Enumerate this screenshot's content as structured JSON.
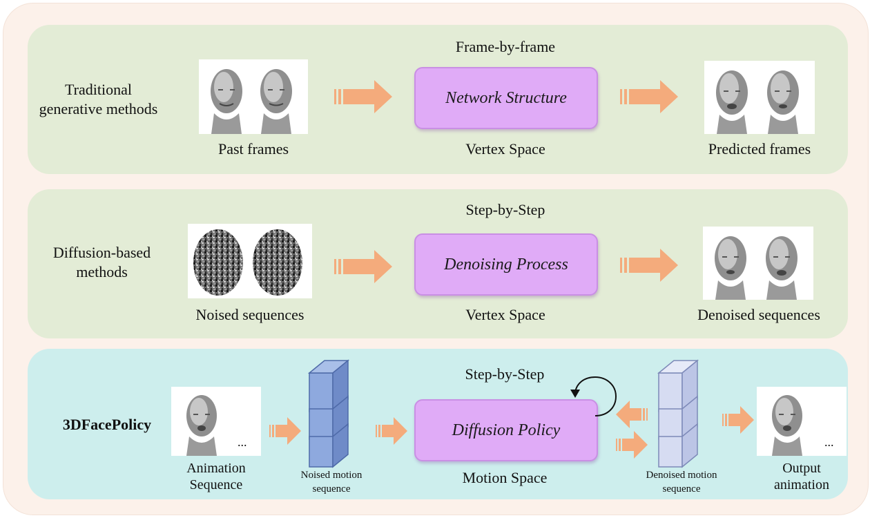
{
  "colors": {
    "outer_bg": "#fcf1ea",
    "panel_green": "#e3ecd6",
    "panel_cyan": "#cdeeed",
    "process_box": "#e0abf7",
    "arrow": "#f4ab7c",
    "accent_text": "#7a5a3c",
    "block_noised": "#8ea9de",
    "block_denoised": "#d6dcf2"
  },
  "rows": [
    {
      "name_lines": [
        "Traditional",
        "generative methods"
      ],
      "top_label": "Frame-by-frame",
      "process": "Network Structure",
      "space": "Vertex Space",
      "input_caption": "Past frames",
      "output_caption": "Predicted frames"
    },
    {
      "name_lines": [
        "Diffusion-based",
        "methods"
      ],
      "top_label": "Step-by-Step",
      "process": "Denoising Process",
      "space": "Vertex Space",
      "input_caption": "Noised sequences",
      "output_caption": "Denoised sequences"
    },
    {
      "name": "3DFacePolicy",
      "top_label": "Step-by-Step",
      "process": "Diffusion Policy",
      "space": "Motion Space",
      "input_caption_lines": [
        "Animation",
        "Sequence"
      ],
      "noised_caption_lines": [
        "Noised motion",
        "sequence"
      ],
      "denoised_caption_lines": [
        "Denoised motion",
        "sequence"
      ],
      "output_caption_lines": [
        "Output",
        "animation"
      ],
      "ellipsis": "..."
    }
  ]
}
